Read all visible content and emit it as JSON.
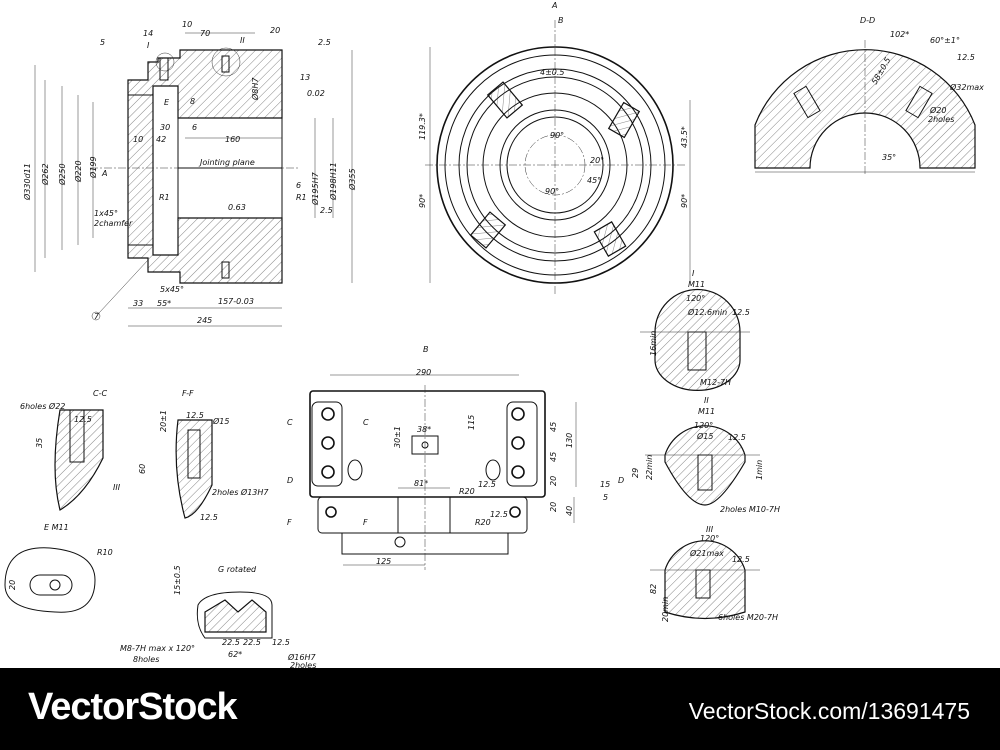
{
  "drawing": {
    "section_left": [
      "14",
      "10",
      "70",
      "20",
      "5",
      "I",
      "II",
      "2.5",
      "13",
      "0.02",
      "Ø8H7",
      "8",
      "E",
      "30",
      "6",
      "10",
      "42",
      "160",
      "Ø330d11",
      "Ø262",
      "Ø250",
      "Ø220",
      "Ø199",
      "A",
      "Jointing plane",
      "R1",
      "R1",
      "6",
      "0.63",
      "1x45°",
      "2chamfer",
      "Ø195H7",
      "Ø198H11",
      "Ø355",
      "5x45°",
      "33",
      "55*",
      "157-0.03",
      "245",
      "7",
      "2.5"
    ],
    "view_a": [
      "A",
      "B",
      "4±0.5",
      "90°",
      "20°",
      "45°",
      "90°",
      "119.3*",
      "90*",
      "43.5*",
      "90*"
    ],
    "section_dd": [
      "D-D",
      "102*",
      "60°±1°",
      "12.5",
      "58±0.5",
      "Ø20",
      "2holes",
      "Ø32max",
      "35°"
    ],
    "detail_1": [
      "I",
      "M11",
      "120°",
      "Ø12.6min",
      "12.5",
      "16min",
      "M12-7H"
    ],
    "detail_2": [
      "II",
      "M11",
      "120°",
      "Ø15",
      "12.5",
      "29",
      "22min",
      "1min",
      "2holes M10-7H"
    ],
    "detail_3": [
      "III",
      "120°",
      "Ø21max",
      "12.5",
      "82",
      "20min",
      "6holes M20-7H"
    ],
    "plate": [
      "B",
      "290",
      "C",
      "C",
      "30±1",
      "38*",
      "115",
      "45",
      "45",
      "130",
      "D",
      "D",
      "20",
      "81*",
      "R20",
      "12.5",
      "15",
      "5",
      "F",
      "F",
      "20",
      "40",
      "R20",
      "12.5",
      "125"
    ],
    "section_cc": [
      "C-C",
      "6holes Ø22",
      "12.5",
      "35",
      "III"
    ],
    "section_ff": [
      "F-F",
      "Ø15",
      "20±1",
      "12.5",
      "60",
      "2holes Ø13H7",
      "12.5"
    ],
    "view_e": [
      "E M11",
      "R10",
      "20"
    ],
    "view_g": [
      "G rotated",
      "15±0.5",
      "M8-7H max x 120°",
      "8holes",
      "22.5",
      "22.5",
      "62*",
      "Ø16H7",
      "2holes",
      "12.5"
    ]
  },
  "watermark": {
    "brand": "VectorStock",
    "id": "VectorStock.com/13691475"
  }
}
